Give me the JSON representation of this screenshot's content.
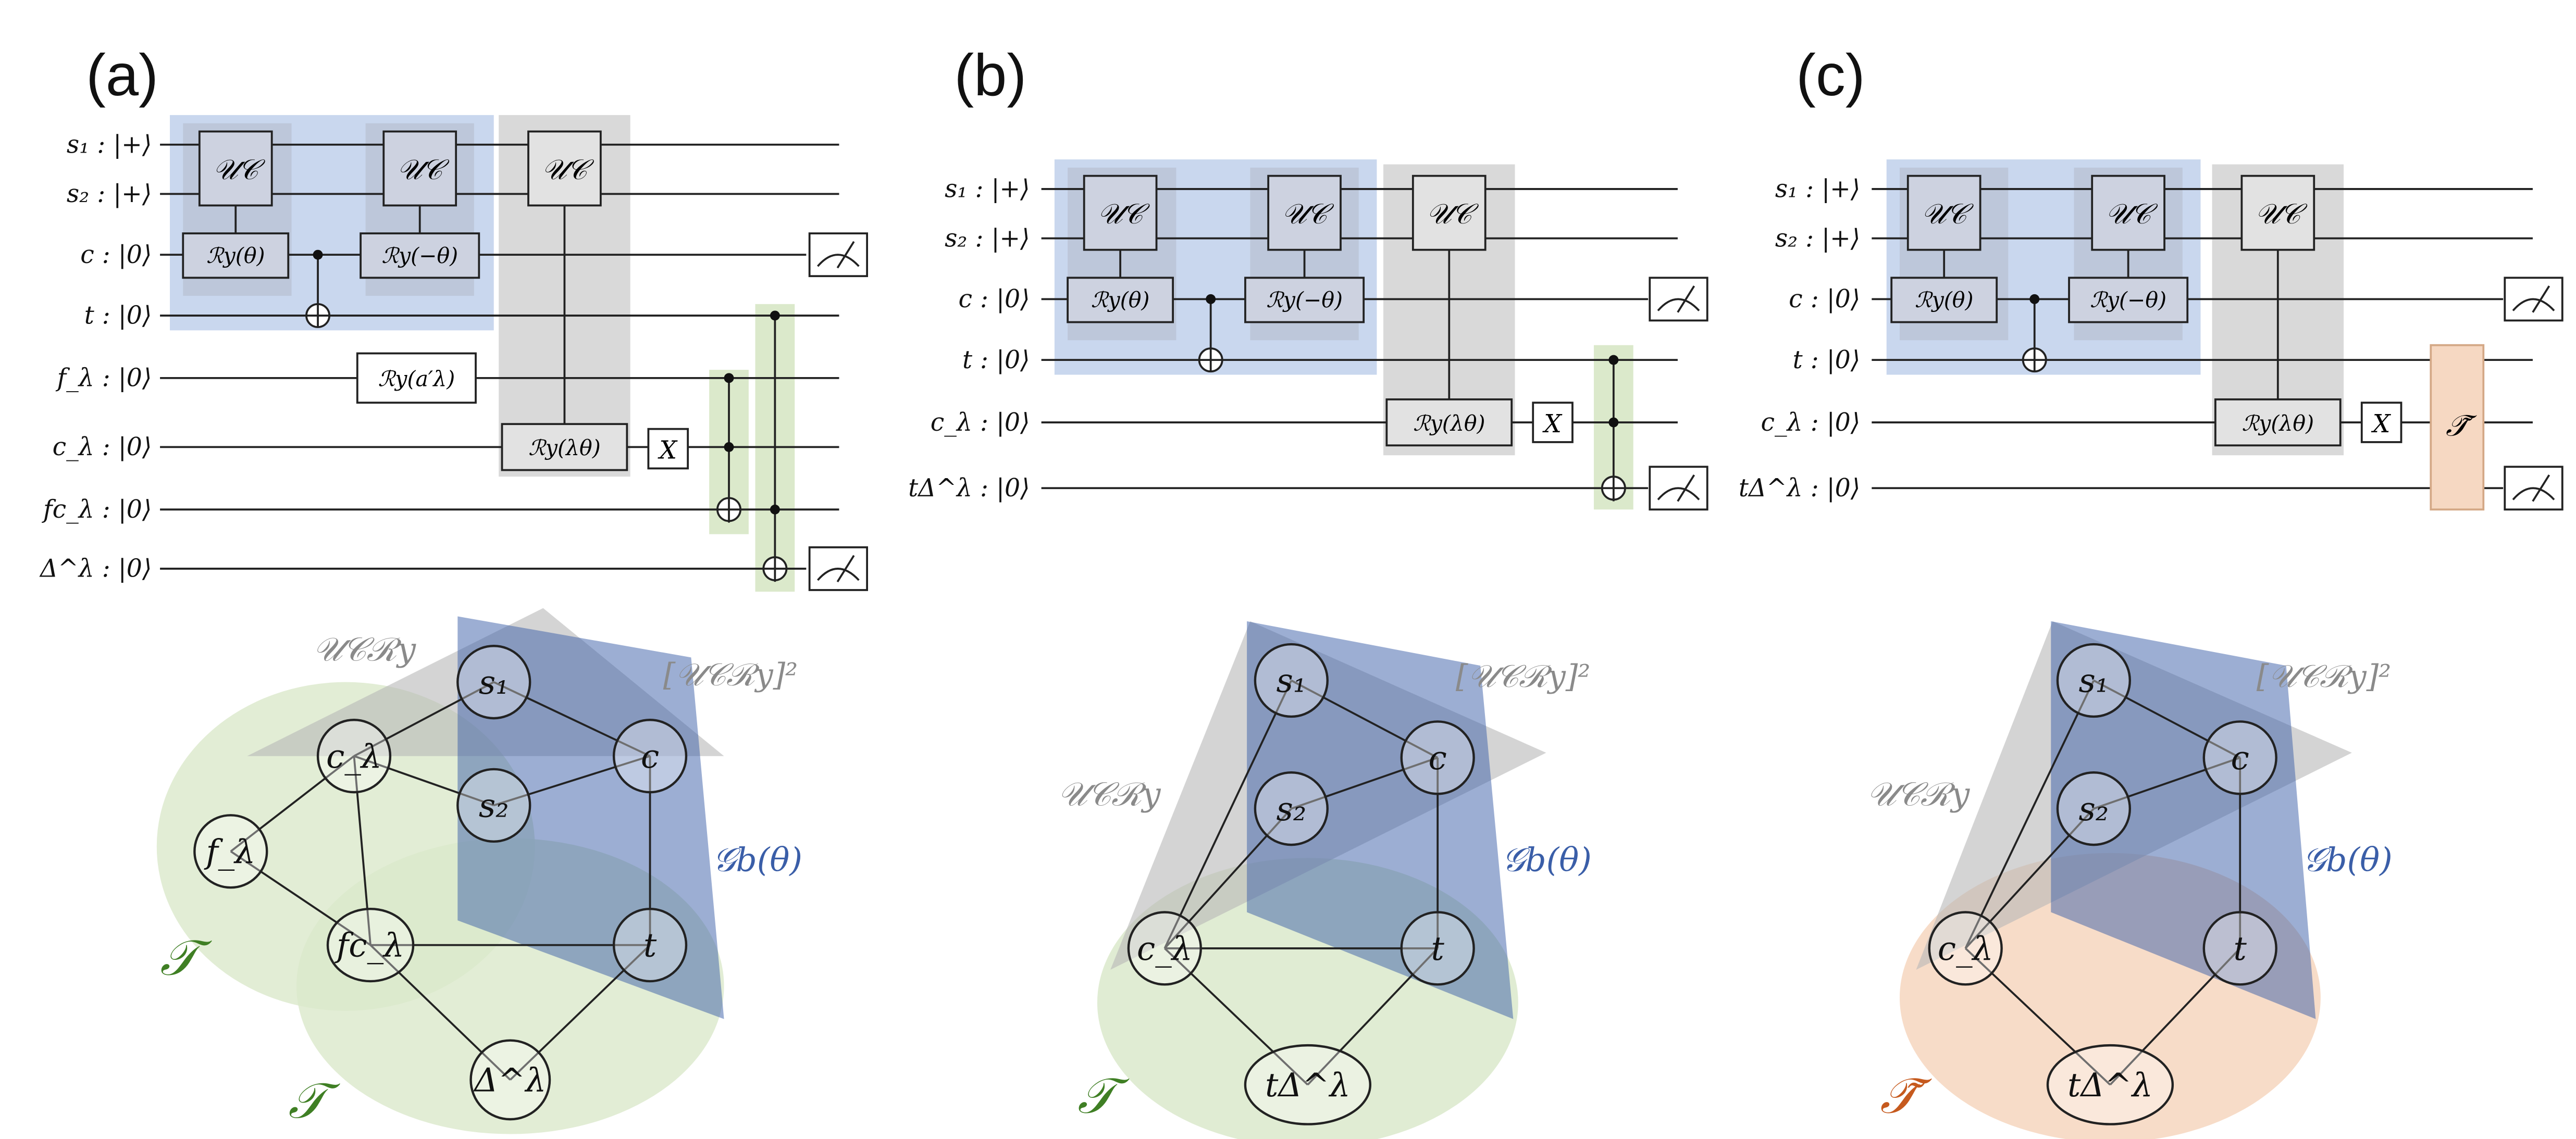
{
  "colors": {
    "blue_region": "#c9d7ee",
    "gray_region": "#d9d9d9",
    "green_region": "#dbe9cb",
    "orange_region": "#f6d8c2",
    "gate_fill_blue": "#cdd2e0",
    "gate_fill_gray": "#e2e2e2",
    "wire": "#222222",
    "label_gray": "#8a8a8a",
    "label_blue": "#3a5ea8",
    "label_green": "#3f7f24",
    "label_orange": "#c65a1e"
  },
  "panels": [
    {
      "id": "a",
      "label": "(a)",
      "wire_labels": [
        "s₁ : |+⟩",
        "s₂ : |+⟩",
        "c : |0⟩",
        "t : |0⟩",
        "f_λ : |0⟩",
        "c_λ : |0⟩",
        "fc_λ : |0⟩",
        "Δ^λ : |0⟩"
      ],
      "gates": {
        "uc": "𝒰𝒞",
        "ry_theta": "ℛy(θ)",
        "ry_neg_theta": "ℛy(−θ)",
        "ry_lambda_theta": "ℛy(λθ)",
        "ry_a": "ℛy(a′λ)",
        "x": "X"
      },
      "graph_nodes": [
        "s₁",
        "s₂",
        "c",
        "t",
        "c_λ",
        "f_λ",
        "fc_λ",
        "Δ^λ"
      ],
      "region_labels": {
        "ucry": "𝒰𝒞ℛy",
        "ucry_sq": "[𝒰𝒞ℛy]²",
        "gb": "𝒢b(θ)",
        "tau1": "𝒯",
        "tau2": "𝒯"
      }
    },
    {
      "id": "b",
      "label": "(b)",
      "wire_labels": [
        "s₁ : |+⟩",
        "s₂ : |+⟩",
        "c : |0⟩",
        "t : |0⟩",
        "c_λ : |0⟩",
        "tΔ^λ : |0⟩"
      ],
      "gates": {
        "uc": "𝒰𝒞",
        "ry_theta": "ℛy(θ)",
        "ry_neg_theta": "ℛy(−θ)",
        "ry_lambda_theta": "ℛy(λθ)",
        "x": "X"
      },
      "graph_nodes": [
        "s₁",
        "s₂",
        "c",
        "t",
        "c_λ",
        "tΔ^λ"
      ],
      "region_labels": {
        "ucry": "𝒰𝒞ℛy",
        "ucry_sq": "[𝒰𝒞ℛy]²",
        "gb": "𝒢b(θ)",
        "tau": "𝒯"
      }
    },
    {
      "id": "c",
      "label": "(c)",
      "wire_labels": [
        "s₁ : |+⟩",
        "s₂ : |+⟩",
        "c : |0⟩",
        "t : |0⟩",
        "c_λ : |0⟩",
        "tΔ^λ : |0⟩"
      ],
      "gates": {
        "uc": "𝒰𝒞",
        "ry_theta": "ℛy(θ)",
        "ry_neg_theta": "ℛy(−θ)",
        "ry_lambda_theta": "ℛy(λθ)",
        "x": "X",
        "tau_tilde": "𝒯̃"
      },
      "graph_nodes": [
        "s₁",
        "s₂",
        "c",
        "t",
        "c_λ",
        "tΔ^λ"
      ],
      "region_labels": {
        "ucry": "𝒰𝒞ℛy",
        "ucry_sq": "[𝒰𝒞ℛy]²",
        "gb": "𝒢b(θ)",
        "tau_tilde": "𝒯̃"
      }
    }
  ]
}
